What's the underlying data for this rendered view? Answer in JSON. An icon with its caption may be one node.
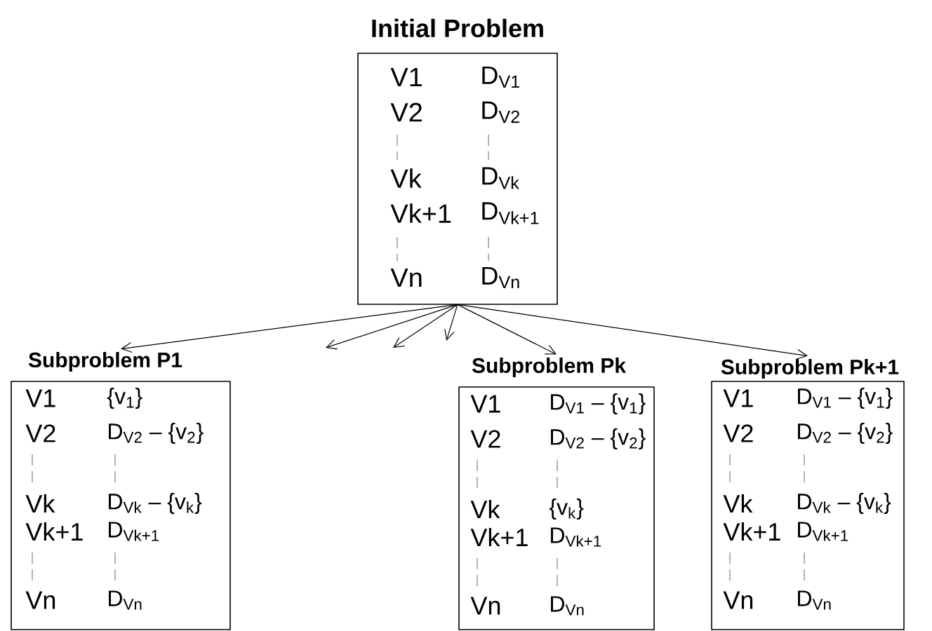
{
  "diagram": {
    "nodes": [
      {
        "text": [
          "Initial Problem",
          "V1",
          "D$_{V1}$",
          "V2",
          "D$_{V2}$",
          "Vk",
          "D$_{Vk}$",
          "Vk+1",
          "D$_{Vk+1}$",
          "Vn",
          "D$_{Vn}$"
        ]
      },
      {
        "text": [
          "Subproblem P1",
          "V1",
          "{v$_{1}$}",
          "V2",
          "D$_{V2}$ – {v$_{2}$}",
          "Vk",
          "D$_{Vk}$ – {v$_{k}$}",
          "Vk+1",
          "D$_{Vk+1}$",
          "Vn",
          "D$_{Vn}$"
        ]
      },
      {
        "text": [
          "Subproblem Pk",
          "V1",
          "D$_{V1}$ – {v$_{1}$}",
          "V2",
          "D$_{V2}$ – {v$_{2}$}",
          "Vk",
          "{v$_{k}$}",
          "Vk+1",
          "D$_{Vk+1}$",
          "Vn",
          "D$_{Vn}$"
        ]
      },
      {
        "text": [
          "Subproblem Pk+1",
          "V1",
          "D$_{V1}$ – {v$_{1}$}",
          "V2",
          "D$_{V2}$ – {v$_{2}$}",
          "Vk",
          "D$_{Vk}$ – {v$_{k}$}",
          "Vk+1",
          "D$_{Vk+1}$",
          "Vn",
          "D$_{Vn}$"
        ]
      }
    ],
    "edges": [
      {
        "from": 0,
        "to": 1,
        "arrow": "to"
      },
      {
        "from": 0,
        "to": null,
        "arrow": "to"
      },
      {
        "from": 0,
        "to": null,
        "arrow": "to"
      },
      {
        "from": 0,
        "to": null,
        "arrow": "to"
      },
      {
        "from": 0,
        "to": 2,
        "arrow": "to"
      },
      {
        "from": 0,
        "to": 3,
        "arrow": "to"
      }
    ]
  }
}
